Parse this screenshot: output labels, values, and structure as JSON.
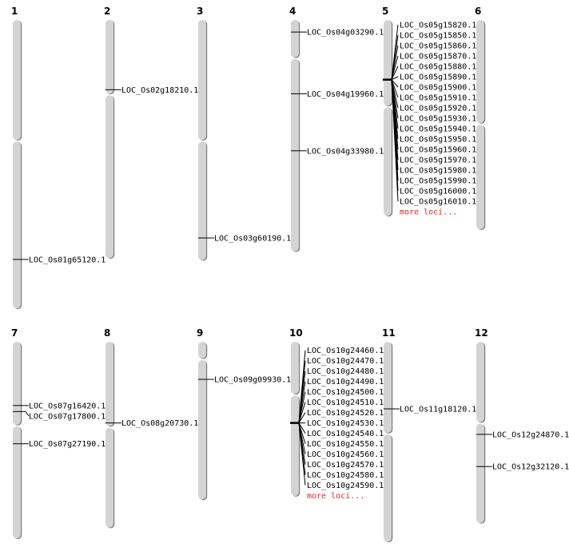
{
  "units": "Mb",
  "colors": {
    "chromosome": "#d4d4d4",
    "shadow": "#7a7a7a",
    "line": "#000000",
    "more": "#d42a2a"
  },
  "more_label": "more loci...",
  "rows": [
    [
      {
        "name": "1",
        "length": 43.0,
        "centromere": 18.0,
        "loci": [
          {
            "pos": 35.7,
            "labels": [
              "LOC_Os01g65120.1"
            ]
          }
        ]
      },
      {
        "name": "2",
        "length": 35.5,
        "centromere": 11.1,
        "loci": [
          {
            "pos": 10.4,
            "labels": [
              "LOC_Os02g18210.1"
            ]
          }
        ]
      },
      {
        "name": "3",
        "length": 35.8,
        "centromere": 18.0,
        "loci": [
          {
            "pos": 32.5,
            "labels": [
              "LOC_Os03g60190.1"
            ]
          }
        ]
      },
      {
        "name": "4",
        "length": 34.5,
        "centromere": 5.7,
        "loci": [
          {
            "pos": 1.8,
            "labels": [
              "LOC_Os04g03290.1"
            ]
          },
          {
            "pos": 11.0,
            "labels": [
              "LOC_Os04g19960.1"
            ]
          },
          {
            "pos": 19.5,
            "labels": [
              "LOC_Os04g33980.1"
            ]
          }
        ]
      },
      {
        "name": "5",
        "length": 29.2,
        "centromere": 12.9,
        "loci": [
          {
            "pos": 8.9,
            "more": true,
            "labels": [
              "LOC_Os05g15820.1",
              "LOC_Os05g15850.1",
              "LOC_Os05g15860.1",
              "LOC_Os05g15870.1",
              "LOC_Os05g15880.1",
              "LOC_Os05g15890.1",
              "LOC_Os05g15900.1",
              "LOC_Os05g15910.1",
              "LOC_Os05g15920.1",
              "LOC_Os05g15930.1",
              "LOC_Os05g15940.1",
              "LOC_Os05g15950.1",
              "LOC_Os05g15960.1",
              "LOC_Os05g15970.1",
              "LOC_Os05g15980.1",
              "LOC_Os05g15990.1",
              "LOC_Os05g16000.1",
              "LOC_Os05g16010.1"
            ]
          }
        ]
      },
      {
        "name": "6",
        "length": 31.2,
        "centromere": 15.5,
        "loci": []
      }
    ],
    [
      {
        "name": "7",
        "length": 29.3,
        "centromere": 12.5,
        "loci": [
          {
            "pos": 9.5,
            "labels": [
              "LOC_Os07g16420.1"
            ]
          },
          {
            "pos": 10.4,
            "labels": [
              "LOC_Os07g17800.1"
            ]
          },
          {
            "pos": 15.2,
            "labels": [
              "LOC_Os07g27190.1"
            ]
          }
        ]
      },
      {
        "name": "8",
        "length": 27.7,
        "centromere": 12.7,
        "loci": [
          {
            "pos": 12.1,
            "labels": [
              "LOC_Os08g20730.1"
            ]
          }
        ]
      },
      {
        "name": "9",
        "length": 23.5,
        "centromere": 2.6,
        "loci": [
          {
            "pos": 5.6,
            "labels": [
              "LOC_Os09g09930.1"
            ]
          }
        ]
      },
      {
        "name": "10",
        "length": 23.0,
        "centromere": 7.9,
        "loci": [
          {
            "pos": 12.1,
            "more": true,
            "labels": [
              "LOC_Os10g24460.1",
              "LOC_Os10g24470.1",
              "LOC_Os10g24480.1",
              "LOC_Os10g24490.1",
              "LOC_Os10g24500.1",
              "LOC_Os10g24510.1",
              "LOC_Os10g24520.1",
              "LOC_Os10g24530.1",
              "LOC_Os10g24540.1",
              "LOC_Os10g24550.1",
              "LOC_Os10g24560.1",
              "LOC_Os10g24570.1",
              "LOC_Os10g24580.1",
              "LOC_Os10g24590.1"
            ]
          }
        ]
      },
      {
        "name": "11",
        "length": 29.8,
        "centromere": 13.7,
        "loci": [
          {
            "pos": 10.0,
            "labels": [
              "LOC_Os11g18120.1"
            ]
          }
        ]
      },
      {
        "name": "12",
        "length": 27.0,
        "centromere": 12.1,
        "loci": [
          {
            "pos": 13.8,
            "labels": [
              "LOC_Os12g24870.1"
            ]
          },
          {
            "pos": 18.6,
            "labels": [
              "LOC_Os12g32120.1"
            ]
          }
        ]
      }
    ]
  ]
}
